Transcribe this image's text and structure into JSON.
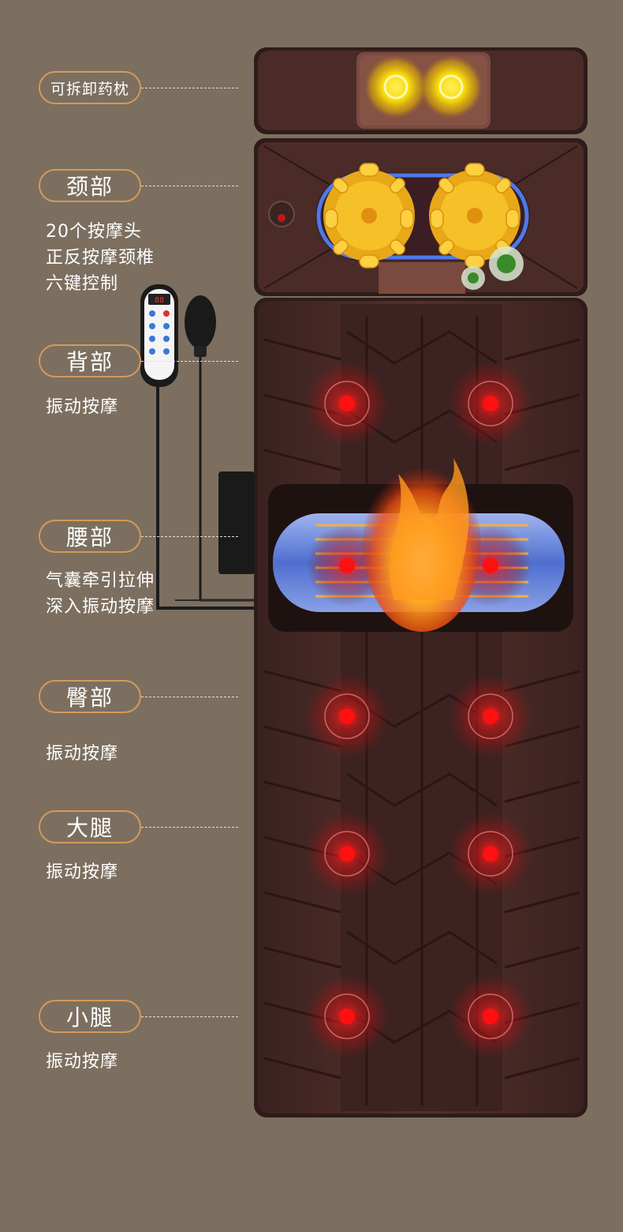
{
  "labels": {
    "pillow": "可拆卸药枕",
    "neck": "颈部",
    "back": "背部",
    "waist": "腰部",
    "hip": "臀部",
    "thigh": "大腿",
    "calf": "小腿"
  },
  "descriptions": {
    "neck": [
      "20个按摩头",
      "正反按摩颈椎",
      "六键控制"
    ],
    "back": "振动按摩",
    "waist": [
      "气囊牵引拉伸",
      "深入振动按摩"
    ],
    "hip": "振动按摩",
    "thigh": "振动按摩",
    "calf": "振动按摩"
  },
  "remote": {
    "display": "88"
  },
  "colors": {
    "background": "#7c6f5f",
    "pill_border": "#d39a5b",
    "mat": "#4a2b28",
    "vibration_point": "#e8151a",
    "pillow_heater": "#f5d80a",
    "neck_roller": "#f6b820",
    "heating_pad": "#6a8bd8"
  }
}
